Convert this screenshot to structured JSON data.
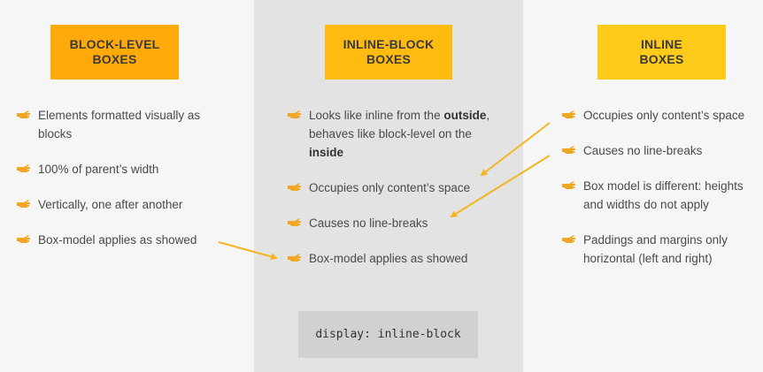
{
  "columns": {
    "block": {
      "header_line1": "BLOCK-LEVEL",
      "header_line2": "BOXES",
      "items": [
        "Elements formatted visually as blocks",
        "100% of parent’s width",
        "Vertically, one after another",
        "Box-model applies as showed"
      ]
    },
    "inline_block": {
      "header_line1": "INLINE-BLOCK",
      "header_line2": "BOXES",
      "item0_part1": "Looks like inline from the ",
      "item0_bold1": "outside",
      "item0_part2": ", behaves like block-level on the ",
      "item0_bold2": "inside",
      "items": [
        "Occupies only content’s space",
        "Causes no line-breaks",
        "Box-model applies as showed"
      ],
      "code": "display: inline-block"
    },
    "inline": {
      "header_line1": "INLINE",
      "header_line2": "BOXES",
      "items": [
        "Occupies only content’s space",
        "Causes no line-breaks",
        "Box model is different: heights and widths do not apply",
        "Paddings and margins only horizontal (left and right)"
      ]
    }
  },
  "colors": {
    "block_header": "#ffa90b",
    "inline_block_header": "#ffbb10",
    "inline_header": "#ffcb1a",
    "arrow": "#f4b520",
    "hand_icon": "#f2a626"
  },
  "icons": {
    "bullet": "pointing-hand-icon",
    "connector": "arrow-icon"
  }
}
